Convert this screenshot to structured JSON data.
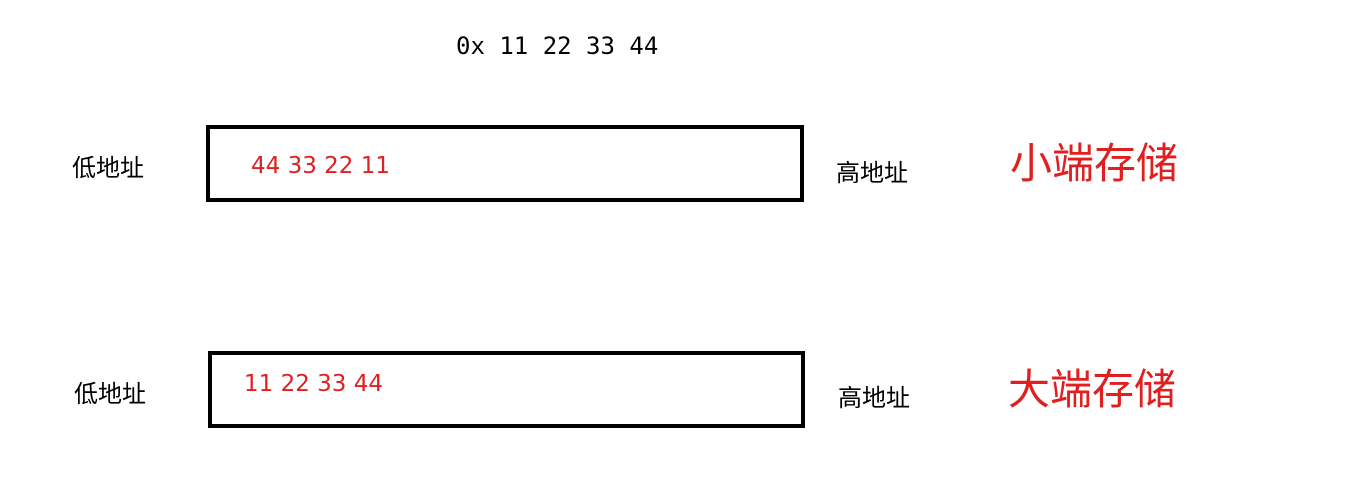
{
  "hex_value": "0x 11 22 33 44",
  "colors": {
    "accent": "#e02020",
    "text": "#000000",
    "border": "#000000"
  },
  "rows": [
    {
      "low_label": "低地址",
      "bytes": "44 33 22 11",
      "high_label": "高地址",
      "mode_label": "小端存储"
    },
    {
      "low_label": "低地址",
      "bytes": "11 22 33 44",
      "high_label": "高地址",
      "mode_label": "大端存储"
    }
  ]
}
